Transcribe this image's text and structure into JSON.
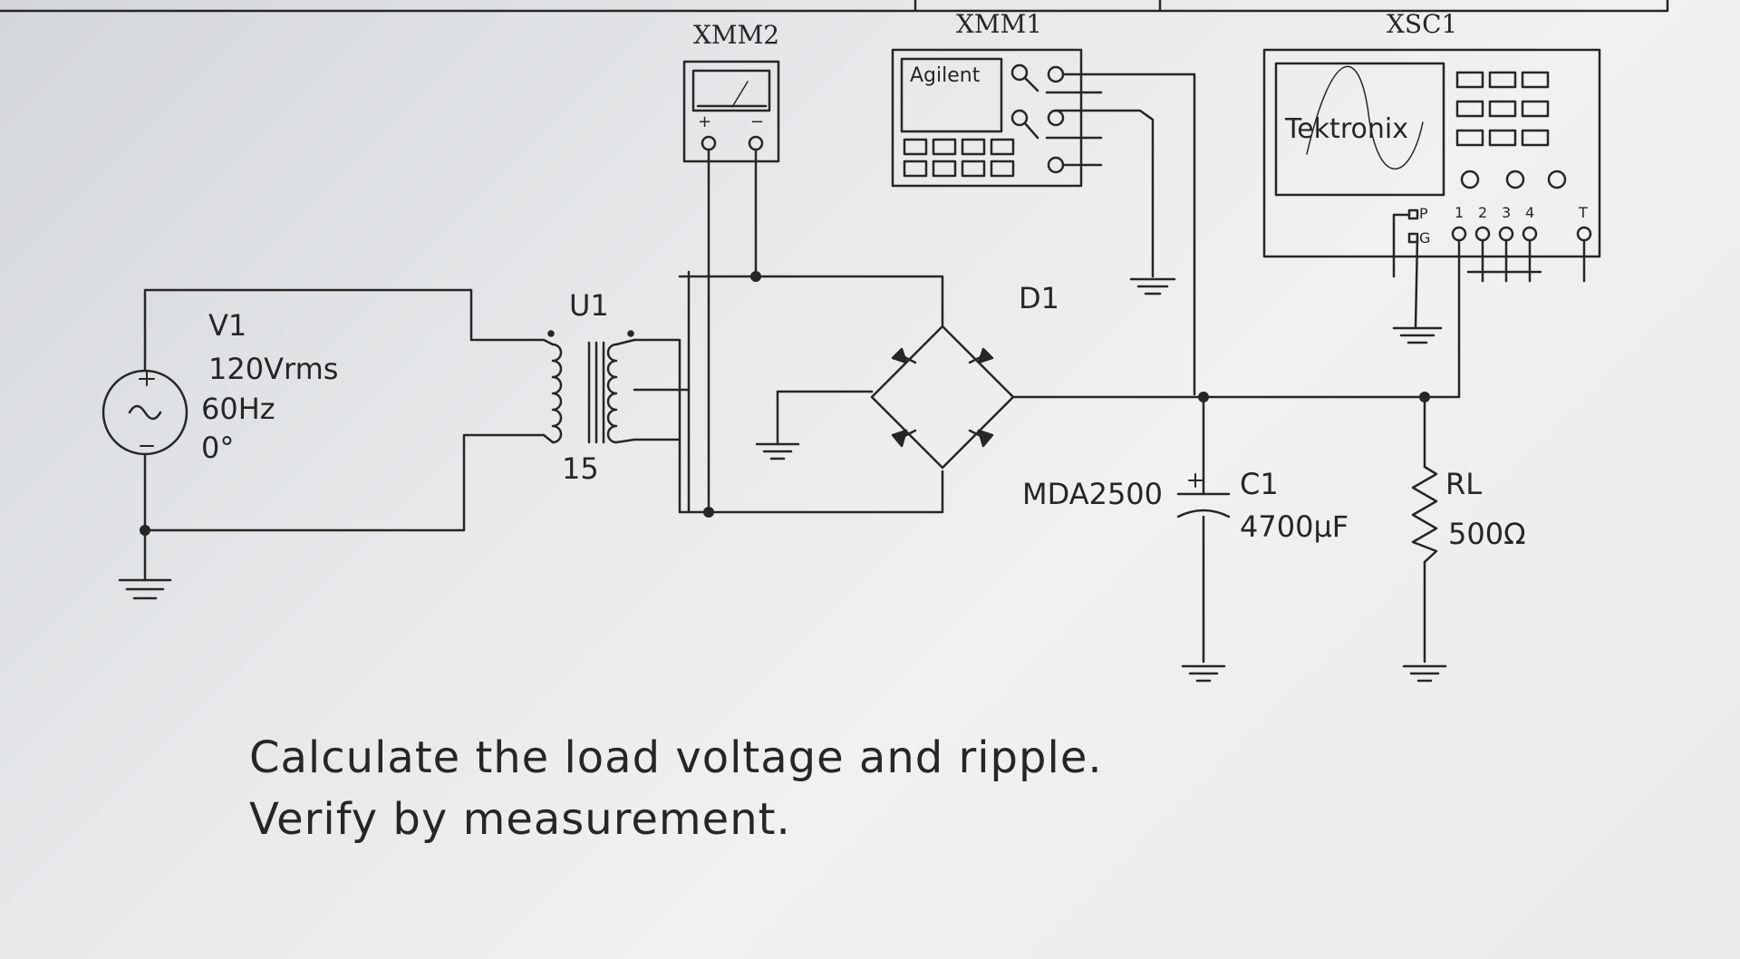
{
  "instruments": {
    "xmm2": {
      "name": "XMM2",
      "plus": "+",
      "minus": "−"
    },
    "xmm1": {
      "name": "XMM1",
      "brand": "Agilent"
    },
    "xsc1": {
      "name": "XSC1",
      "brand": "Tektronix",
      "p_label": "P",
      "g_label": "G",
      "ch1": "1",
      "ch2": "2",
      "ch3": "3",
      "ch4": "4",
      "trig": "T"
    }
  },
  "components": {
    "v1": {
      "name": "V1",
      "voltage": "120Vrms",
      "frequency": "60Hz",
      "phase": "0°"
    },
    "u1": {
      "name": "U1",
      "ratio": "15"
    },
    "d1": {
      "name": "D1",
      "part": "MDA2500"
    },
    "c1": {
      "name": "C1",
      "value": "4700µF"
    },
    "rl": {
      "name": "RL",
      "value": "500Ω"
    }
  },
  "task": {
    "line1": "Calculate the load voltage and ripple.",
    "line2": "Verify by measurement."
  },
  "colors": {
    "ink": "#262626",
    "paper": "#e9eaea"
  }
}
